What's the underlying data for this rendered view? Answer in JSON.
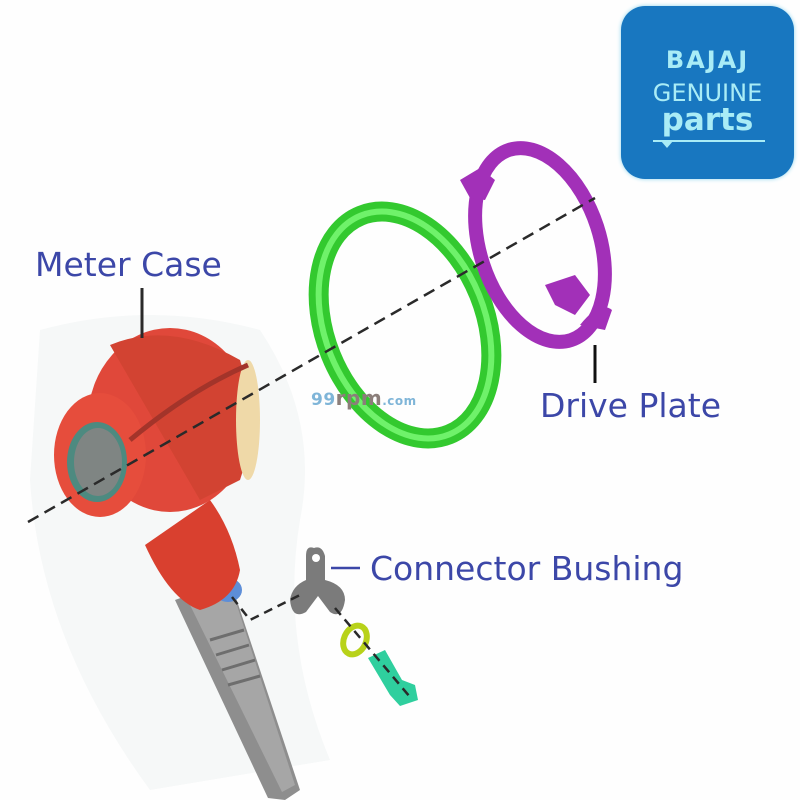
{
  "logo": {
    "brand": "BAJAJ",
    "line1": "GENUINE",
    "line2": "parts",
    "background_color": "#1877c0",
    "text_color": "#a9ecf6"
  },
  "watermark": {
    "part1": "99",
    "part2": "rpm",
    "part3": ".com"
  },
  "labels": {
    "meter_case": "Meter Case",
    "drive_plate": "Drive Plate",
    "connector_bushing": "Connector Bushing"
  },
  "colors": {
    "label_text": "#3c47a8",
    "meter_case": "#e0483a",
    "o_ring": "#3fe03a",
    "drive_plate": "#a230b8",
    "bushing": "#7b7b7b",
    "washer": "#b8d21a",
    "screw": "#2fcf9e",
    "cable": "#8e8e8e"
  }
}
